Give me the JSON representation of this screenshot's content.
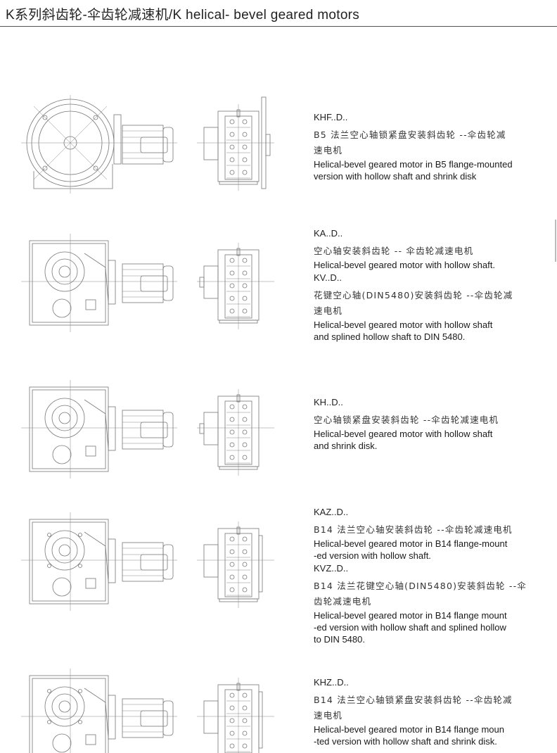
{
  "page": {
    "title": "K系列斜齿轮-伞齿轮减速机/K helical- bevel geared motors"
  },
  "sections": [
    {
      "variant": "flange-round",
      "lines": [
        {
          "type": "code",
          "text": "KHF..D.."
        },
        {
          "type": "cn",
          "text": "B5 法兰空心轴锁紧盘安装斜齿轮 --伞齿轮减"
        },
        {
          "type": "cn",
          "text": "速电机"
        },
        {
          "type": "en",
          "text": "Helical-bevel geared motor in B5 flange-mounted"
        },
        {
          "type": "en",
          "text": "version with hollow shaft and shrink disk"
        }
      ]
    },
    {
      "variant": "foot",
      "lines": [
        {
          "type": "code",
          "text": "KA..D.."
        },
        {
          "type": "cn",
          "text": "空心轴安装斜齿轮 -- 伞齿轮减速电机"
        },
        {
          "type": "en",
          "text": "Helical-bevel geared motor with hollow shaft."
        },
        {
          "type": "code",
          "text": "KV..D.."
        },
        {
          "type": "cn",
          "text": "花键空心轴(DIN5480)安装斜齿轮 --伞齿轮减"
        },
        {
          "type": "cn",
          "text": "速电机"
        },
        {
          "type": "en",
          "text": "Helical-bevel geared motor with hollow shaft"
        },
        {
          "type": "en",
          "text": "and splined hollow shaft to DIN 5480."
        }
      ]
    },
    {
      "variant": "foot",
      "lines": [
        {
          "type": "code",
          "text": "KH..D.."
        },
        {
          "type": "cn",
          "text": "空心轴锁紧盘安装斜齿轮 --伞齿轮减速电机"
        },
        {
          "type": "en",
          "text": "Helical-bevel geared motor with hollow shaft"
        },
        {
          "type": "en",
          "text": "and shrink disk."
        }
      ]
    },
    {
      "variant": "b14",
      "lines": [
        {
          "type": "code",
          "text": "KAZ..D.."
        },
        {
          "type": "cn",
          "text": "B14 法兰空心轴安装斜齿轮 --伞齿轮减速电机"
        },
        {
          "type": "en",
          "text": "Helical-bevel geared motor in B14 flange-mount"
        },
        {
          "type": "en",
          "text": "-ed version with hollow shaft."
        },
        {
          "type": "code",
          "text": "KVZ..D.."
        },
        {
          "type": "cn",
          "text": "B14 法兰花键空心轴(DIN5480)安装斜齿轮 --伞"
        },
        {
          "type": "cn",
          "text": "齿轮减速电机"
        },
        {
          "type": "en",
          "text": "Helical-bevel geared motor in B14 flange mount"
        },
        {
          "type": "en",
          "text": "-ed version with hollow shaft and splined hollow"
        },
        {
          "type": "en",
          "text": "to DIN 5480."
        }
      ]
    },
    {
      "variant": "b14",
      "lines": [
        {
          "type": "code",
          "text": "KHZ..D.."
        },
        {
          "type": "cn",
          "text": "B14 法兰空心轴锁紧盘安装斜齿轮 --伞齿轮减"
        },
        {
          "type": "cn",
          "text": "速电机"
        },
        {
          "type": "en",
          "text": "Helical-bevel geared motor in B14 flange moun"
        },
        {
          "type": "en",
          "text": "-ted version with hollow shaft and shrink disk."
        }
      ]
    }
  ]
}
